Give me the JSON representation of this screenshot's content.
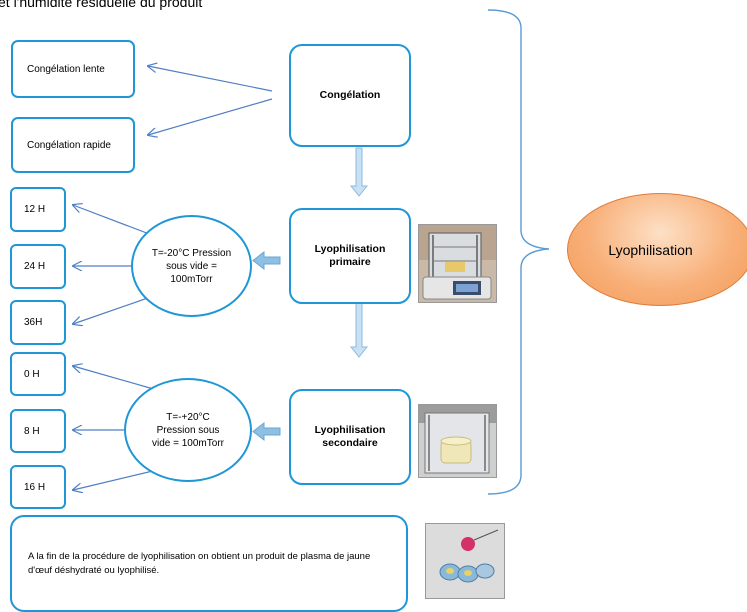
{
  "header_text": "et l'humidité résiduelle du produit",
  "freezing": {
    "stage": "Congélation",
    "options": [
      "Congélation lente",
      "Congélation rapide"
    ]
  },
  "primary": {
    "stage": "Lyophilisation primaire",
    "conditions": "T=-20°C Pression sous vide = 100mTorr",
    "durations": [
      "12 H",
      "24 H",
      "36H"
    ]
  },
  "secondary": {
    "stage": "Lyophilisation secondaire",
    "conditions": "T=-+20°C Pression sous vide = 100mTorr",
    "durations": [
      "0 H",
      "8 H",
      "16 H"
    ]
  },
  "process_label": "Lyophilisation",
  "final_text": "A la fin de la procédure de lyophilisation on obtient un produit de plasma de jaune d'œuf déshydraté ou lyophilisé.",
  "colors": {
    "box_border": "#1f97d6",
    "arrow": "#4f7fc4",
    "bracket": "#5a9bd5",
    "ellipse_fill": "#f8b079"
  }
}
